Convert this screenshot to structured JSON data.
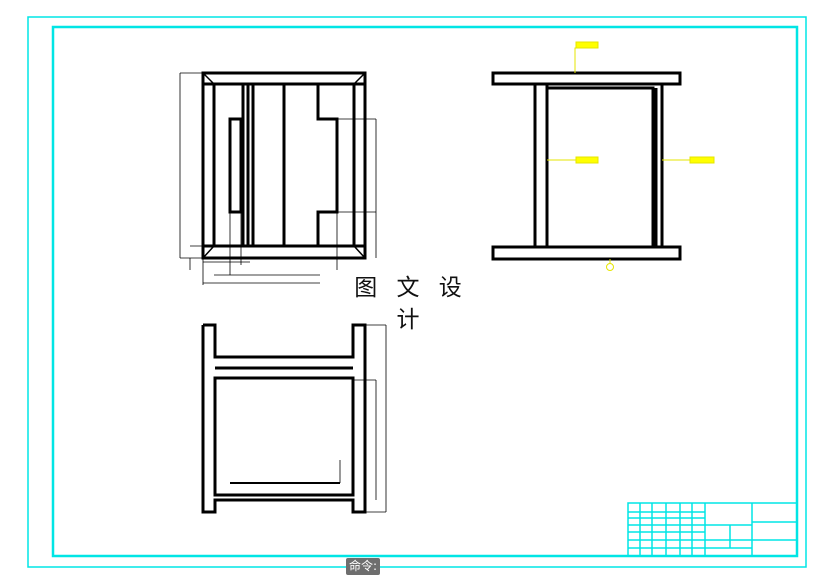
{
  "drawing": {
    "watermark": "图 文 设 计",
    "frame_color": "#00e5e5",
    "line_color": "#000000",
    "annotation_color": "#ffff00",
    "views": [
      "front-view",
      "side-view",
      "top-view"
    ]
  },
  "command_line": {
    "prompt": "命令:"
  }
}
